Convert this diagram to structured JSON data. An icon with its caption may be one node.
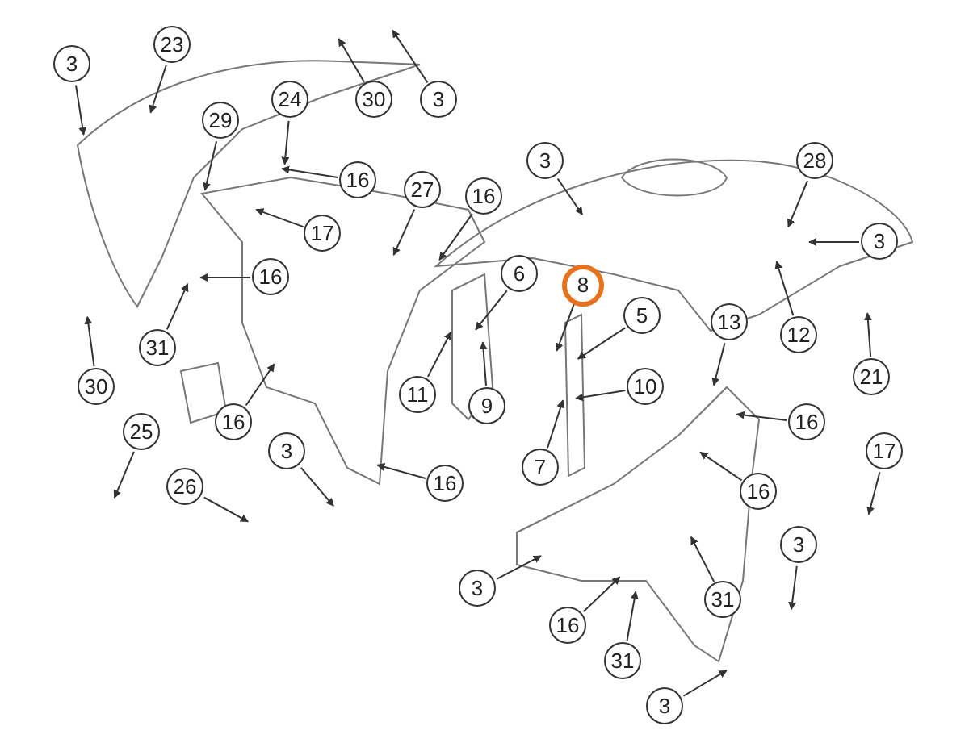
{
  "diagram": {
    "nodes": [
      {
        "text": [
          "3"
        ]
      },
      {
        "text": [
          "23"
        ]
      },
      {
        "text": [
          "29"
        ]
      },
      {
        "text": [
          "24"
        ]
      },
      {
        "text": [
          "30"
        ]
      },
      {
        "text": [
          "3"
        ]
      },
      {
        "text": [
          "16"
        ]
      },
      {
        "text": [
          "17"
        ]
      },
      {
        "text": [
          "27"
        ]
      },
      {
        "text": [
          "16"
        ]
      },
      {
        "text": [
          "16"
        ]
      },
      {
        "text": [
          "30"
        ]
      },
      {
        "text": [
          "31"
        ]
      },
      {
        "text": [
          "25"
        ]
      },
      {
        "text": [
          "26"
        ]
      },
      {
        "text": [
          "16"
        ]
      },
      {
        "text": [
          "3"
        ]
      },
      {
        "text": [
          "16"
        ]
      },
      {
        "text": [
          "11"
        ]
      },
      {
        "text": [
          "3"
        ]
      },
      {
        "text": [
          "28"
        ]
      },
      {
        "text": [
          "3"
        ]
      },
      {
        "text": [
          "6"
        ]
      },
      {
        "text": [
          "8"
        ]
      },
      {
        "text": [
          "5"
        ]
      },
      {
        "text": [
          "10"
        ]
      },
      {
        "text": [
          "9"
        ]
      },
      {
        "text": [
          "7"
        ]
      },
      {
        "text": [
          "13"
        ]
      },
      {
        "text": [
          "12"
        ]
      },
      {
        "text": [
          "21"
        ]
      },
      {
        "text": [
          "16"
        ]
      },
      {
        "text": [
          "17"
        ]
      },
      {
        "text": [
          "16"
        ]
      },
      {
        "text": [
          "3"
        ]
      },
      {
        "text": [
          "31"
        ]
      },
      {
        "text": [
          "3"
        ]
      },
      {
        "text": [
          "16"
        ]
      },
      {
        "text": [
          "31"
        ]
      },
      {
        "text": [
          "3"
        ]
      }
    ],
    "edges": [
      {
        "from": 0,
        "to": null,
        "arrow": "to"
      },
      {
        "from": 1,
        "to": null,
        "arrow": "to"
      },
      {
        "from": 2,
        "to": null,
        "arrow": "to"
      },
      {
        "from": 3,
        "to": null,
        "arrow": "to"
      },
      {
        "from": 4,
        "to": null,
        "arrow": "to"
      },
      {
        "from": 5,
        "to": null,
        "arrow": "to"
      },
      {
        "from": 6,
        "to": null,
        "arrow": "to"
      },
      {
        "from": 7,
        "to": null,
        "arrow": "to"
      },
      {
        "from": 8,
        "to": null,
        "arrow": "to"
      },
      {
        "from": 9,
        "to": null,
        "arrow": "to"
      },
      {
        "from": 10,
        "to": null,
        "arrow": "to"
      },
      {
        "from": 11,
        "to": null,
        "arrow": "to"
      },
      {
        "from": 12,
        "to": null,
        "arrow": "to"
      },
      {
        "from": 13,
        "to": null,
        "arrow": "to"
      },
      {
        "from": 14,
        "to": null,
        "arrow": "to"
      },
      {
        "from": 15,
        "to": null,
        "arrow": "to"
      },
      {
        "from": 16,
        "to": null,
        "arrow": "to"
      },
      {
        "from": 17,
        "to": null,
        "arrow": "to"
      },
      {
        "from": 18,
        "to": null,
        "arrow": "to"
      },
      {
        "from": 19,
        "to": null,
        "arrow": "to"
      },
      {
        "from": 20,
        "to": null,
        "arrow": "to"
      },
      {
        "from": 21,
        "to": null,
        "arrow": "to"
      },
      {
        "from": 22,
        "to": null,
        "arrow": "to"
      },
      {
        "from": 23,
        "to": null,
        "arrow": "to"
      },
      {
        "from": 24,
        "to": null,
        "arrow": "to"
      },
      {
        "from": 25,
        "to": null,
        "arrow": "to"
      },
      {
        "from": 26,
        "to": null,
        "arrow": "to"
      },
      {
        "from": 27,
        "to": null,
        "arrow": "to"
      },
      {
        "from": 28,
        "to": null,
        "arrow": "to"
      },
      {
        "from": 29,
        "to": null,
        "arrow": "to"
      },
      {
        "from": 30,
        "to": null,
        "arrow": "to"
      },
      {
        "from": 31,
        "to": null,
        "arrow": "to"
      },
      {
        "from": 32,
        "to": null,
        "arrow": "to"
      },
      {
        "from": 33,
        "to": null,
        "arrow": "to"
      },
      {
        "from": 34,
        "to": null,
        "arrow": "to"
      },
      {
        "from": 35,
        "to": null,
        "arrow": "to"
      },
      {
        "from": 36,
        "to": null,
        "arrow": "to"
      },
      {
        "from": 37,
        "to": null,
        "arrow": "to"
      },
      {
        "from": 38,
        "to": null,
        "arrow": "to"
      },
      {
        "from": 39,
        "to": null,
        "arrow": "to"
      }
    ]
  }
}
